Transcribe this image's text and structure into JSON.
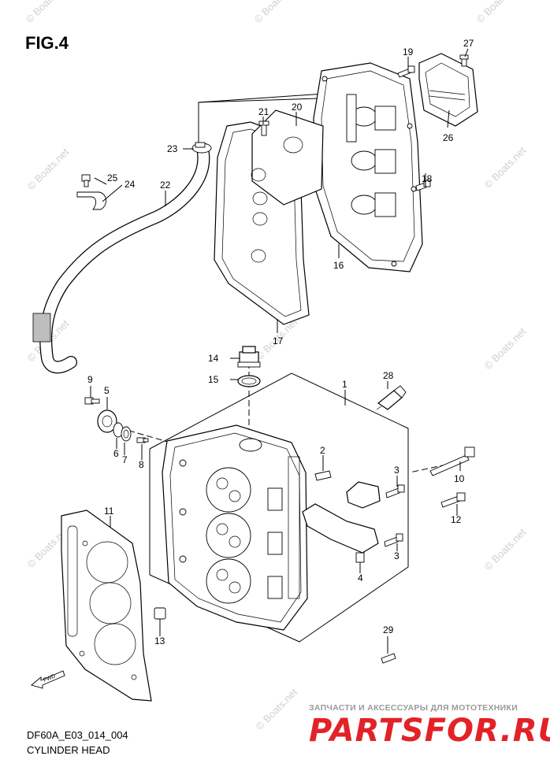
{
  "figure": {
    "title": "FIG.4",
    "code": "DF60A_E03_014_004",
    "caption": "CYLINDER HEAD"
  },
  "callouts": [
    {
      "id": "c1",
      "label": "1"
    },
    {
      "id": "c2",
      "label": "2"
    },
    {
      "id": "c3a",
      "label": "3"
    },
    {
      "id": "c3b",
      "label": "3"
    },
    {
      "id": "c4",
      "label": "4"
    },
    {
      "id": "c5",
      "label": "5"
    },
    {
      "id": "c6",
      "label": "6"
    },
    {
      "id": "c7",
      "label": "7"
    },
    {
      "id": "c8",
      "label": "8"
    },
    {
      "id": "c9",
      "label": "9"
    },
    {
      "id": "c10",
      "label": "10"
    },
    {
      "id": "c11",
      "label": "11"
    },
    {
      "id": "c12",
      "label": "12"
    },
    {
      "id": "c13",
      "label": "13"
    },
    {
      "id": "c14",
      "label": "14"
    },
    {
      "id": "c15",
      "label": "15"
    },
    {
      "id": "c16",
      "label": "16"
    },
    {
      "id": "c17",
      "label": "17"
    },
    {
      "id": "c18",
      "label": "18"
    },
    {
      "id": "c19",
      "label": "19"
    },
    {
      "id": "c20",
      "label": "20"
    },
    {
      "id": "c21",
      "label": "21"
    },
    {
      "id": "c22",
      "label": "22"
    },
    {
      "id": "c23",
      "label": "23"
    },
    {
      "id": "c24",
      "label": "24"
    },
    {
      "id": "c25",
      "label": "25"
    },
    {
      "id": "c26",
      "label": "26"
    },
    {
      "id": "c27",
      "label": "27"
    },
    {
      "id": "c28",
      "label": "28"
    },
    {
      "id": "c29",
      "label": "29"
    }
  ],
  "fwd_label": "FWD",
  "watermark": {
    "text": "© Boats.net"
  },
  "advert": {
    "tagline": "ЗАПЧАСТИ И АКСЕССУАРЫ ДЛЯ МОТОТЕХНИКИ",
    "logo": "PARTSFOR.RU",
    "logo_color": "#e32227"
  }
}
